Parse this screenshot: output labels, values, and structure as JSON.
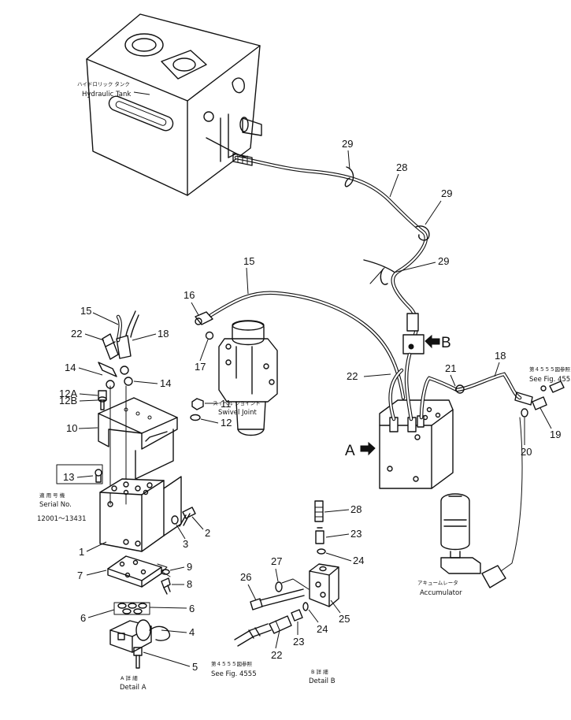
{
  "labels": {
    "tank_jp": "ハイドロリック タンク",
    "tank_en": "Hydraulic Tank",
    "swivel_jp": "スイベル ジョイント",
    "swivel_en": "Swivel Joint",
    "accum_jp": "アキュームレータ",
    "accum_en": "Accumulator",
    "serial_jp": "適 用 号 機",
    "serial_en": "Serial No.",
    "serial_range": "12001～13431",
    "detail_a_jp": "A 詳 細",
    "detail_a_en": "Detail A",
    "detail_b_jp": "B 詳 細",
    "detail_b_en": "Detail B",
    "see_fig_jp": "第４５５５図参照",
    "see_fig_en": "See Fig. 4555",
    "marker_a": "A",
    "marker_b": "B"
  },
  "callouts": {
    "n29a": "29",
    "n28a": "28",
    "n29b": "29",
    "n29c": "29",
    "n15a": "15",
    "n16": "16",
    "n17": "17",
    "n15b": "15",
    "n22a": "22",
    "n18a": "18",
    "n14a": "14",
    "n14b": "14",
    "n12A": "12A",
    "n12B": "12B",
    "n11": "11",
    "n12": "12",
    "n10": "10",
    "n13": "13",
    "n1": "1",
    "n2": "2",
    "n3": "3",
    "n7": "7",
    "n9": "9",
    "n8": "8",
    "n6a": "6",
    "n6b": "6",
    "n4": "4",
    "n5": "5",
    "n22b": "22",
    "n21": "21",
    "n18b": "18",
    "n19": "19",
    "n20": "20",
    "n28b": "28",
    "n23a": "23",
    "n24a": "24",
    "n27": "27",
    "n26": "26",
    "n25": "25",
    "n24b": "24",
    "n23b": "23",
    "n22c": "22"
  }
}
